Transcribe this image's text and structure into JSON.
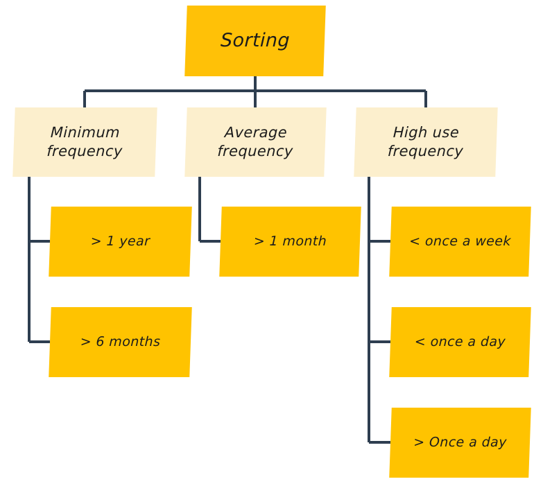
{
  "diagram": {
    "type": "tree",
    "title": "Sorting",
    "colors": {
      "root_fill": "#FFC107",
      "branch_fill": "#FCEFCD",
      "leaf_fill": "#FFC300",
      "connector": "#2E3E50",
      "text": "#1B1B1B",
      "background": "#FFFFFF"
    },
    "root": {
      "label": "Sorting"
    },
    "branches": [
      {
        "id": "minimum-frequency",
        "label": "Minimum\nfrequency",
        "leaves": [
          {
            "id": "gt-1-year",
            "label": "> 1 year"
          },
          {
            "id": "gt-6-months",
            "label": "> 6 months"
          }
        ]
      },
      {
        "id": "average-frequency",
        "label": "Average\nfrequency",
        "leaves": [
          {
            "id": "gt-1-month",
            "label": "> 1 month"
          }
        ]
      },
      {
        "id": "high-use-frequency",
        "label": "High use\nfrequency",
        "leaves": [
          {
            "id": "lt-once-a-week",
            "label": "< once a week"
          },
          {
            "id": "lt-once-a-day",
            "label": "< once a day"
          },
          {
            "id": "gt-once-a-day",
            "label": "> Once a day"
          }
        ]
      }
    ]
  }
}
